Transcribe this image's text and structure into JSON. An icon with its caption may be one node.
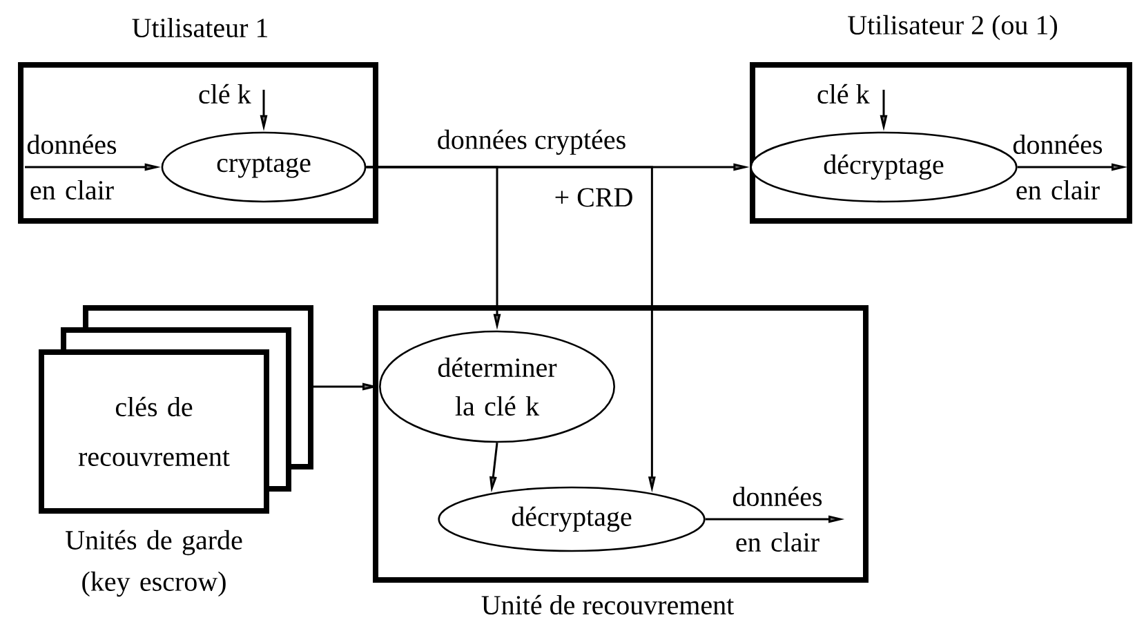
{
  "diagram": {
    "nodes": [
      {
        "text": [
          "Utilisateur 1"
        ]
      },
      {
        "text": [
          "cryptage"
        ],
        "in": 0
      },
      {
        "text": [
          "Utilisateur 2 (ou 1)"
        ]
      },
      {
        "text": [
          "décryptage"
        ],
        "in": 2
      },
      {
        "text": [
          "Unité de recouvrement"
        ]
      },
      {
        "text": [
          "déterminer la clé k"
        ],
        "in": 4
      },
      {
        "text": [
          "décryptage"
        ],
        "in": 4
      },
      {
        "text": [
          "clés de recouvrement"
        ],
        "beside": [
          "Unités de garde (key escrow)"
        ]
      }
    ],
    "edges": [
      {
        "from": null,
        "to": 1,
        "arrow": "to",
        "label": "données en clair"
      },
      {
        "from": null,
        "to": 1,
        "arrow": "to",
        "label": "clé k"
      },
      {
        "from": 1,
        "to": 3,
        "arrow": "to",
        "label": "données cryptées"
      },
      {
        "from": 1,
        "to": 5,
        "arrow": "to"
      },
      {
        "from": 1,
        "to": 6,
        "arrow": "to",
        "label": "+ CRD"
      },
      {
        "from": null,
        "to": 3,
        "arrow": "to",
        "label": "clé k"
      },
      {
        "from": 3,
        "to": null,
        "arrow": "to",
        "label": "données en clair"
      },
      {
        "from": 7,
        "to": 5,
        "arrow": "to"
      },
      {
        "from": 5,
        "to": 6,
        "arrow": "to"
      },
      {
        "from": 6,
        "to": null,
        "arrow": "to",
        "label": "données en clair"
      }
    ]
  }
}
